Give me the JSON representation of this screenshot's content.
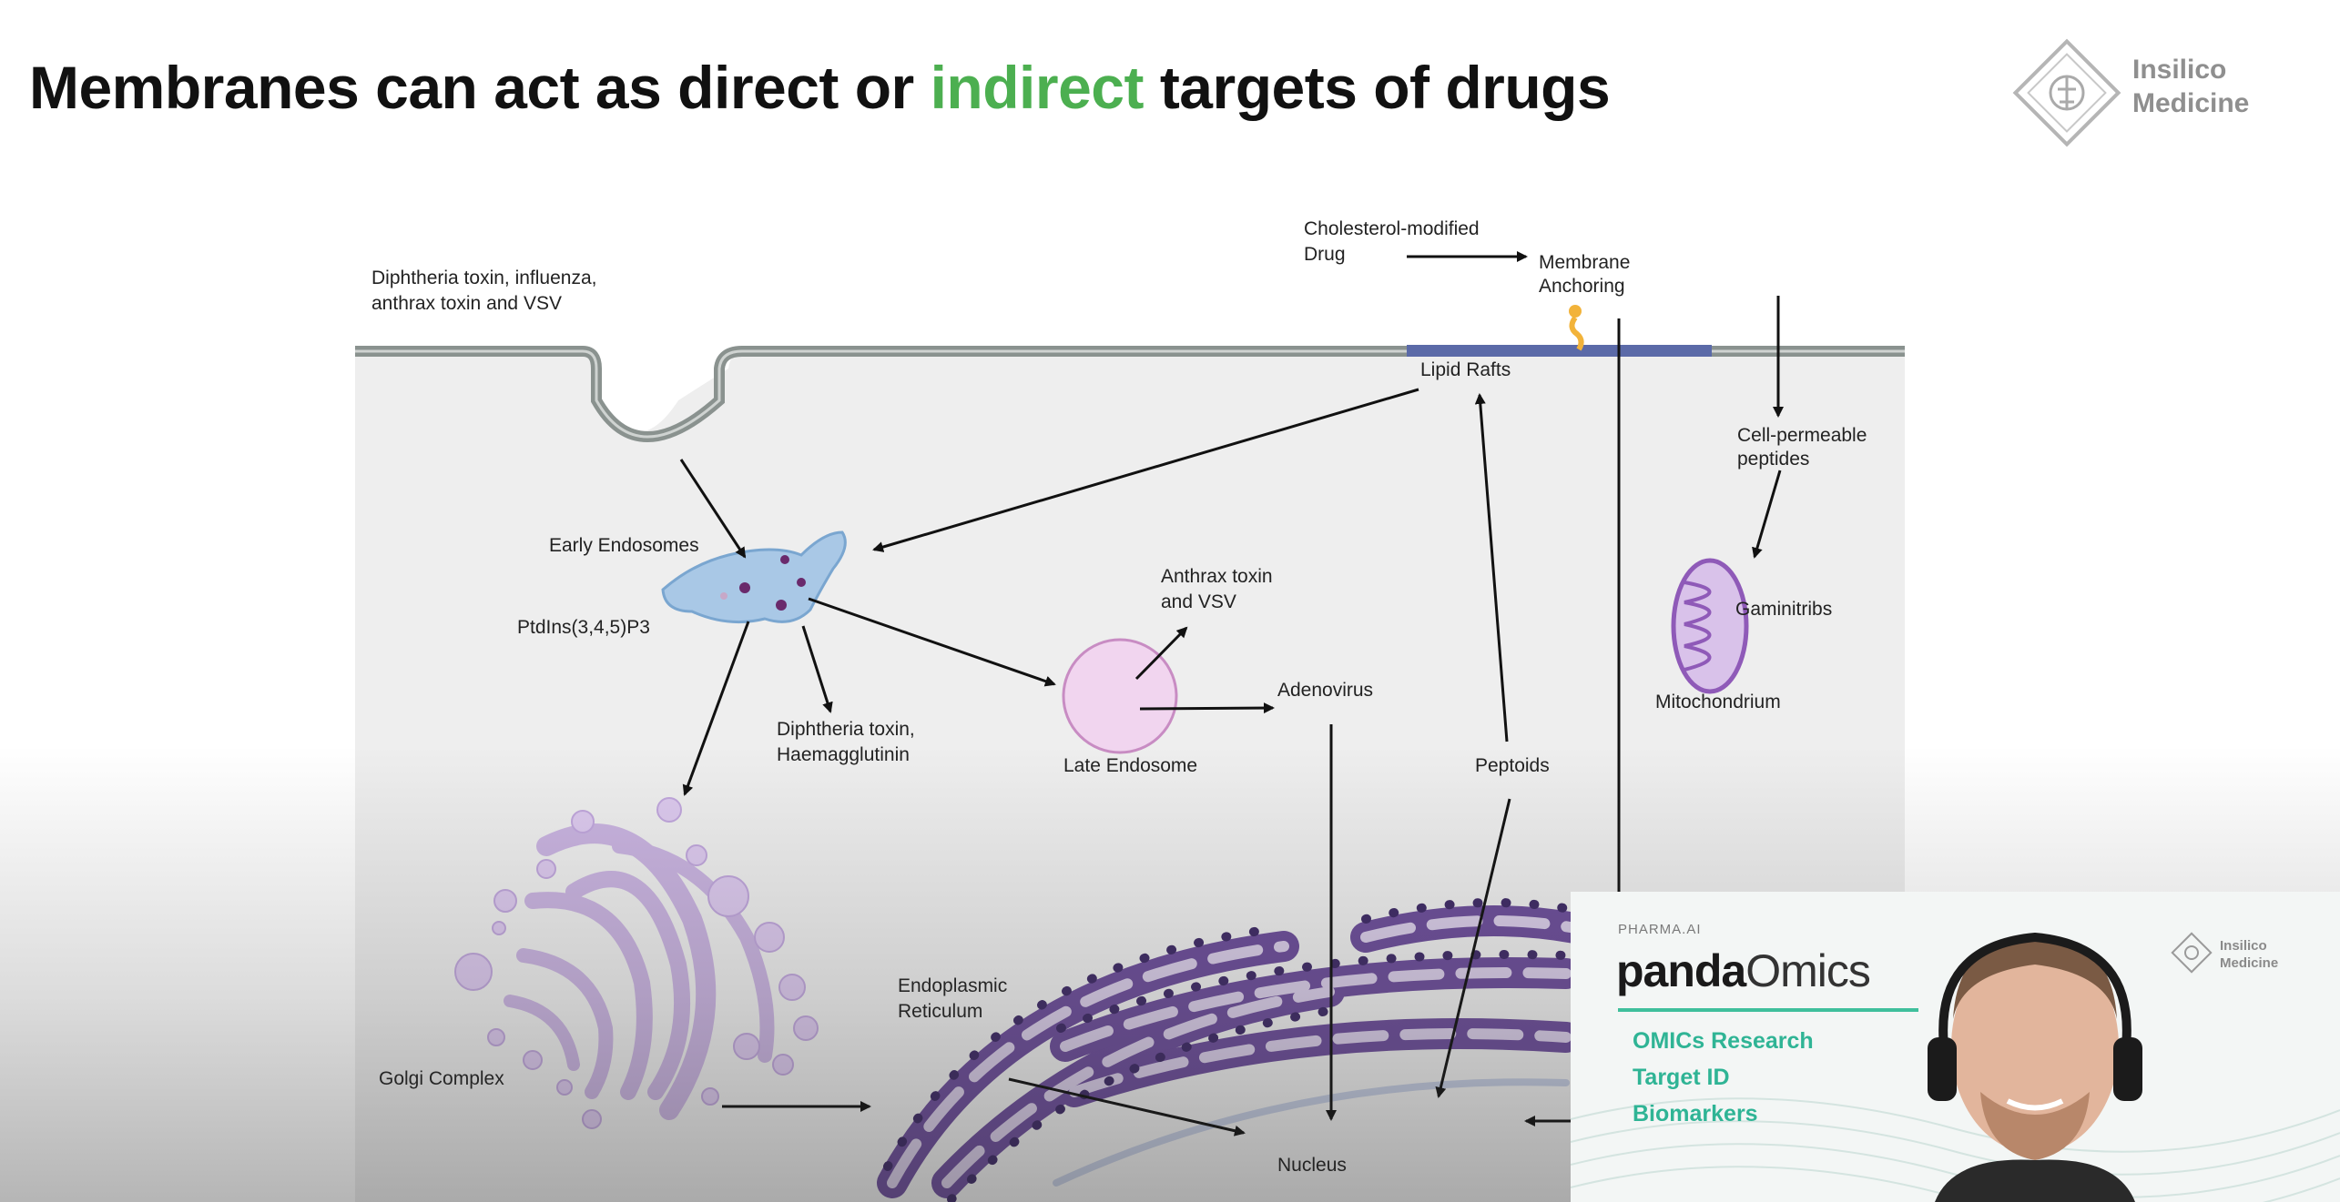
{
  "slide": {
    "title_part1": "Membranes can act as direct or ",
    "title_highlight": "indirect",
    "title_part2": " targets of drugs",
    "highlight_color": "#4caf50"
  },
  "brand": {
    "line1": "Insilico",
    "line2": "Medicine"
  },
  "diagram": {
    "labels": {
      "diphtheria_influenza": [
        "Diphtheria toxin, influenza,",
        "anthrax toxin and VSV"
      ],
      "cholesterol_drug": [
        "Cholesterol-modified",
        "Drug"
      ],
      "membrane_anchoring": [
        "Membrane",
        "Anchoring"
      ],
      "lipid_rafts": "Lipid Rafts",
      "cell_permeable": [
        "Cell-permeable",
        "peptides"
      ],
      "early_endosomes": "Early Endosomes",
      "ptdins": "PtdIns(3,4,5)P3",
      "anthrax_vsv": [
        "Anthrax toxin",
        "and VSV"
      ],
      "gaminitribs": "Gaminitribs",
      "mitochondrium": "Mitochondrium",
      "adenovirus": "Adenovirus",
      "diphtheria_haem": [
        "Diphtheria toxin,",
        "Haemagglutinin"
      ],
      "late_endosome": "Late Endosome",
      "peptoids": "Peptoids",
      "endoplasmic": [
        "Endoplasmic",
        "Reticulum"
      ],
      "golgi": "Golgi Complex",
      "nucleus": "Nucleus"
    },
    "colors": {
      "membrane": "#8a928f",
      "lipid_raft": "#5b6aa8",
      "cell_fill": "#eeeeee",
      "organelle_purple": "#7a5aa8",
      "golgi_lilac": "#c9b3e0",
      "endosome_blue": "#a9c8e6",
      "late_endosome_pink": "#f1d5ef"
    }
  },
  "webcam": {
    "pharma_label": "PHARMA.AI",
    "product_bold": "panda",
    "product_light": "Omics",
    "features": [
      "OMICs Research",
      "Target ID",
      "Biomarkers"
    ],
    "brand": {
      "line1": "Insilico",
      "line2": "Medicine"
    },
    "accent": "#2fb495"
  }
}
